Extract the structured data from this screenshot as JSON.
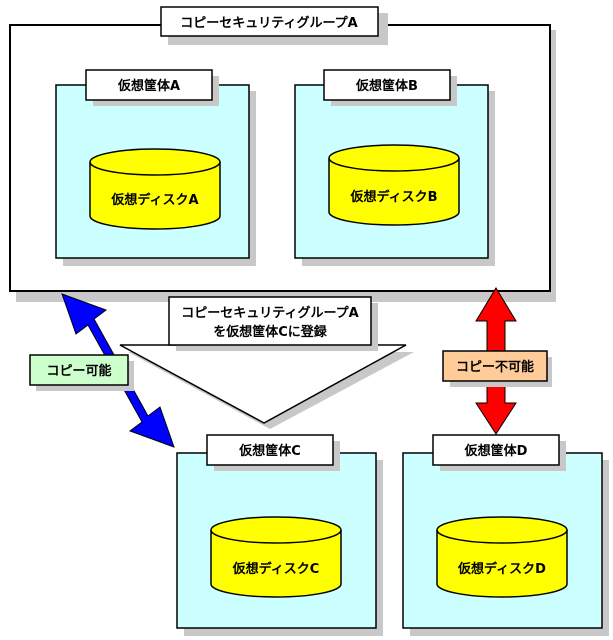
{
  "group": {
    "title": "コピーセキュリティグループA"
  },
  "chassis": [
    {
      "id": "A",
      "label": "仮想筐体A",
      "disk": "仮想ディスクA"
    },
    {
      "id": "B",
      "label": "仮想筐体B",
      "disk": "仮想ディスクB"
    },
    {
      "id": "C",
      "label": "仮想筐体C",
      "disk": "仮想ディスクC"
    },
    {
      "id": "D",
      "label": "仮想筐体D",
      "disk": "仮想ディスクD"
    }
  ],
  "register_note": {
    "line1": "コピーセキュリティグループA",
    "line2": "を仮想筐体Cに登録"
  },
  "arrows": {
    "copy_ok": "コピー可能",
    "copy_ng": "コピー不可能"
  },
  "colors": {
    "chassis_fill": "#ccffff",
    "disk_fill": "#ffff00",
    "shadow": "#c8c8c8",
    "ok_arrow": "#0000ff",
    "ng_arrow": "#ff0000",
    "ok_label_bg": "#ccffcc",
    "ng_label_bg": "#ffcc99"
  }
}
